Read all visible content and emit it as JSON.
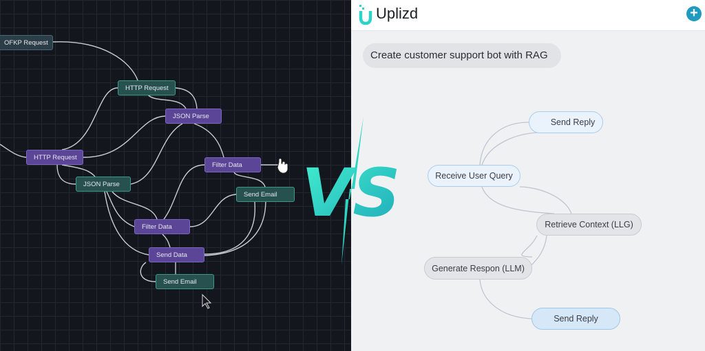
{
  "left_canvas": {
    "nodes": [
      "OFKP Request",
      "HTTP Request",
      "JSON Parse",
      "HTTP Request",
      "JSON Parse",
      "Filter Data",
      "Send Email",
      "Filter Data",
      "Send Data",
      "Send Email"
    ]
  },
  "vs_label": "VS",
  "right_app": {
    "brand": "Uplizd",
    "new_button": "+",
    "prompt": "Create customer support bot with RAG",
    "nodes": [
      "Send Reply",
      "Receive User Query",
      "Retrieve Context (LLG)",
      "Generate Respon (LLM)",
      "Send Reply"
    ],
    "accent": "#1e9bbf"
  }
}
